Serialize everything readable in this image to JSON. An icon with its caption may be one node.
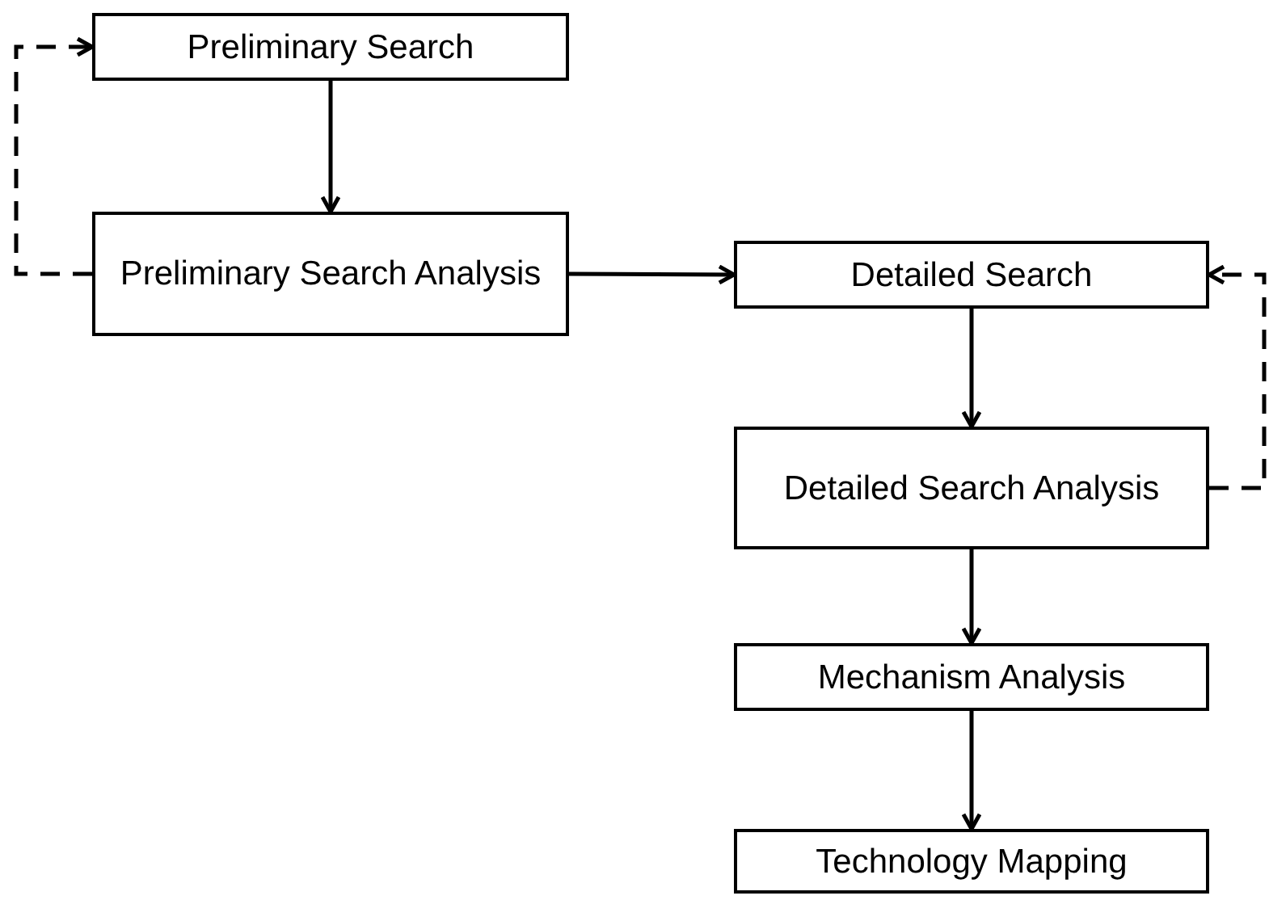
{
  "diagram": {
    "nodes": [
      {
        "text": [
          "Preliminary Search"
        ]
      },
      {
        "text": [
          "Preliminary Search Analysis"
        ]
      },
      {
        "text": [
          "Detailed Search"
        ]
      },
      {
        "text": [
          "Detailed Search Analysis"
        ]
      },
      {
        "text": [
          "Mechanism Analysis"
        ]
      },
      {
        "text": [
          "Technology Mapping"
        ]
      }
    ],
    "edges": [
      {
        "from": 0,
        "to": 1,
        "arrow": "to"
      },
      {
        "from": 1,
        "to": 0,
        "arrow": "to",
        "style": "dashed"
      },
      {
        "from": 1,
        "to": 2,
        "arrow": "to"
      },
      {
        "from": 2,
        "to": 3,
        "arrow": "to"
      },
      {
        "from": 3,
        "to": 2,
        "arrow": "to",
        "style": "dashed"
      },
      {
        "from": 3,
        "to": 4,
        "arrow": "to"
      },
      {
        "from": 4,
        "to": 5,
        "arrow": "to"
      }
    ]
  }
}
